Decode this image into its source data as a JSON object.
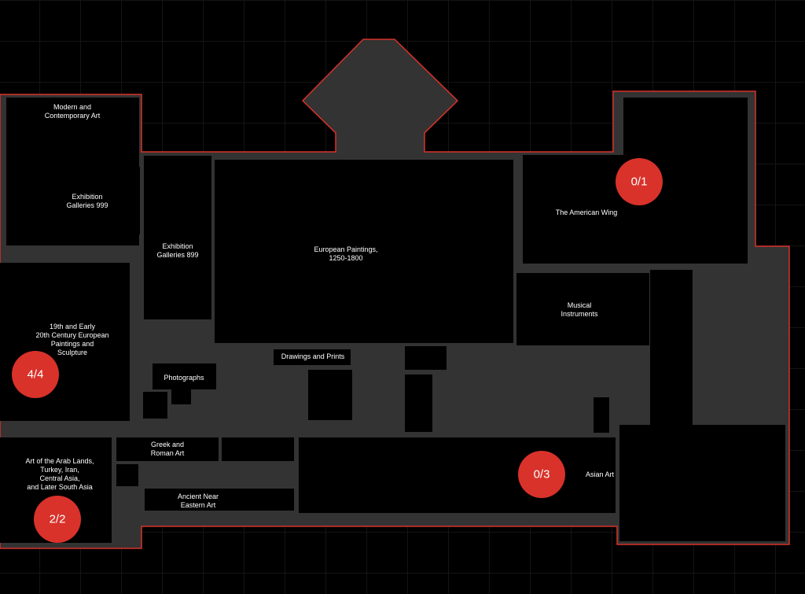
{
  "colors": {
    "background": "#000000",
    "grid": "#141414",
    "floor": "#333333",
    "room": "#000000",
    "outline": "#d8322a",
    "badge": "#d8322a",
    "text": "#ffffff"
  },
  "galleries": {
    "modern": [
      "Modern and",
      "Contemporary Art"
    ],
    "exh999": [
      "Exhibition",
      "Galleries 999"
    ],
    "exh899": [
      "Exhibition",
      "Galleries 899"
    ],
    "european": [
      "European Paintings,",
      "1250-1800"
    ],
    "american": [
      "The American Wing"
    ],
    "musical": [
      "Musical",
      "Instruments"
    ],
    "nineteenth": [
      "19th and Early",
      "20th Century European",
      "Paintings and",
      "Sculpture"
    ],
    "photographs": [
      "Photographs"
    ],
    "drawings": [
      "Drawings and Prints"
    ],
    "arab": [
      "Art of the Arab Lands,",
      "Turkey, Iran,",
      "Central Asia,",
      "and Later South Asia"
    ],
    "greek": [
      "Greek and",
      "Roman Art"
    ],
    "neareast": [
      "Ancient Near",
      "Eastern Art"
    ],
    "asian": [
      "Asian Art"
    ]
  },
  "badges": {
    "american": "0/1",
    "nineteenth": "4/4",
    "asian": "0/3",
    "arab": "2/2"
  }
}
